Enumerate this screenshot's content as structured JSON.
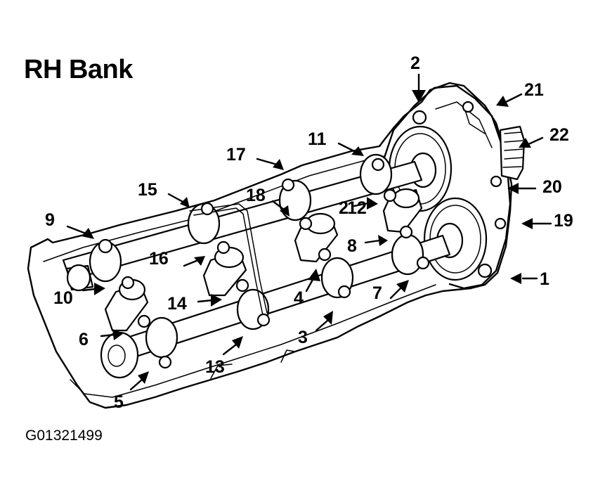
{
  "title": "RH Bank",
  "figure_id": "G01321499",
  "callouts": [
    "1",
    "2",
    "3",
    "4",
    "5",
    "6",
    "7",
    "8",
    "9",
    "10",
    "11",
    "12",
    "13",
    "14",
    "15",
    "16",
    "17",
    "18",
    "19",
    "20",
    "21",
    "22",
    "2"
  ]
}
